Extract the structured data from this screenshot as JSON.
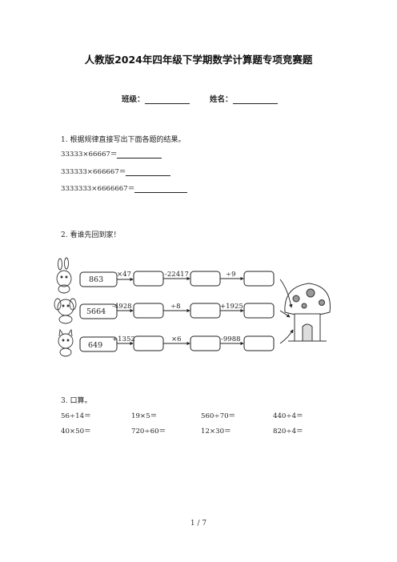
{
  "title": "人教版2024年四年级下学期数学计算题专项竞赛题",
  "info": {
    "class_label": "班级：",
    "name_label": "姓名："
  },
  "q1": {
    "heading": "1. 根据规律直接写出下面各题的结果。",
    "lines": [
      "33333×66667＝",
      "333333×666667＝",
      "3333333×6666667＝"
    ]
  },
  "q2": {
    "heading": "2. 看谁先回到家！",
    "rows": [
      {
        "start": "863",
        "ops": [
          "×47",
          "-22417",
          "÷9"
        ]
      },
      {
        "start": "5664",
        "ops": [
          "-4928",
          "÷8",
          "+1925"
        ]
      },
      {
        "start": "649",
        "ops": [
          "+1352",
          "×6",
          "-9988"
        ]
      }
    ]
  },
  "q3": {
    "heading": "3. 口算。",
    "row1": [
      "56÷14＝",
      "19×5＝",
      "560÷70＝",
      "440÷4＝"
    ],
    "row2": [
      "40×50＝",
      "720÷60＝",
      "12×30＝",
      "820÷4＝"
    ]
  },
  "footer": "1 / 7"
}
